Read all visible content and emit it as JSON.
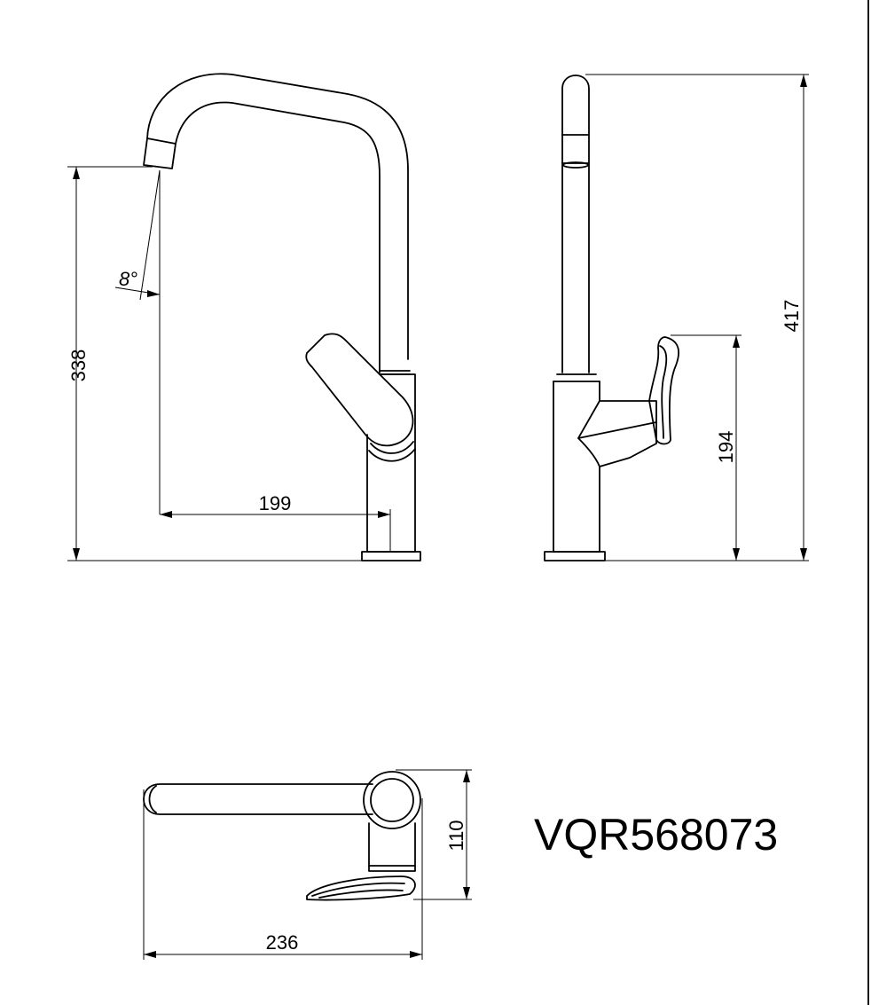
{
  "model_number": "VQR568073",
  "dimensions": {
    "spout_height": "338",
    "spout_reach": "199",
    "total_height": "417",
    "handle_height": "194",
    "top_depth": "110",
    "top_length": "236",
    "spout_angle": "8°"
  }
}
